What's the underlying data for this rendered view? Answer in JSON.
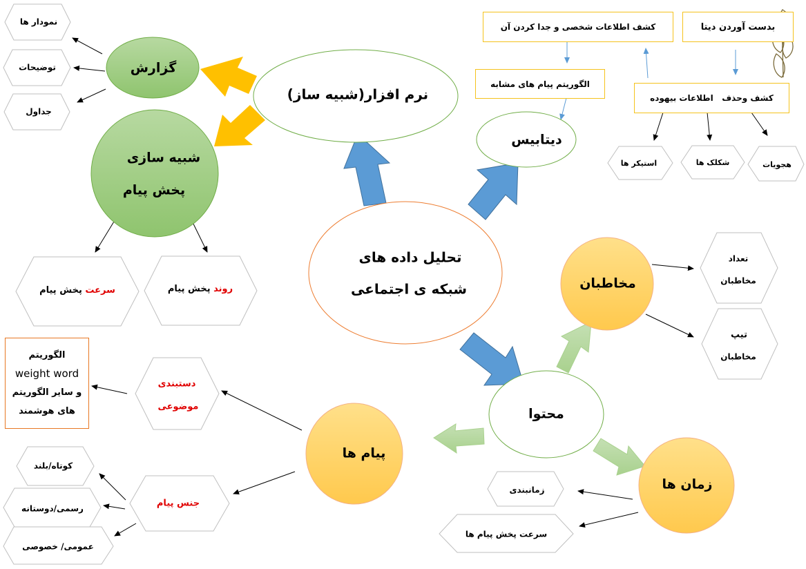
{
  "center": {
    "line1": "تحلیل داده های",
    "line2": "شبکه ی اجتماعی"
  },
  "software": {
    "label": "نرم افزار(شبیه ساز)"
  },
  "report": {
    "label": "گزارش",
    "items": [
      "نمودار ها",
      "توضیحات",
      "جداول"
    ]
  },
  "simulation": {
    "line1": "شبیه سازی",
    "line2": "پخش پیام"
  },
  "sim_items": {
    "trend": {
      "red": "روند",
      "rest": " پخش پیام"
    },
    "speed": {
      "red": "سرعت",
      "rest": " پخش پیام"
    }
  },
  "database": {
    "label": "دیتابیس"
  },
  "data_pipeline": {
    "get_data": "بدست آوردن دیتا",
    "detect_personal": "کشف اطلاعات شخصی و جدا کردن آن",
    "similar_msg_algo": "الگوریتم پیام های مشابه",
    "detect_remove": "کشف وحذف   اطلاعات بیهوده",
    "junk_types": [
      "هجویات",
      "شکلک ها",
      "استیکر ها"
    ]
  },
  "audience": {
    "label": "مخاطبان",
    "count": [
      "تعداد",
      "مخاطبان"
    ],
    "type": [
      "تیپ",
      "مخاطبان"
    ]
  },
  "content": {
    "label": "محتوا"
  },
  "messages": {
    "label": "پیام ها"
  },
  "times": {
    "label": "زمان ها",
    "items": [
      "زمانبندی",
      "سرعت پخش پیام ها"
    ]
  },
  "categorization": {
    "line1": "دستبندی",
    "line2": "موضوعی"
  },
  "algorithms_box": {
    "line1": "الگوریتم",
    "line2": "weight word",
    "line3": "و سایر الگوریتم",
    "line4": "های هوشمند"
  },
  "message_type": {
    "label": "جنس پیام",
    "items": [
      "کوتاه/بلند",
      "رسمی/دوستانه",
      "عمومی/ خصوصی"
    ]
  },
  "colors": {
    "green_node": "#a9d18e",
    "green_border": "#70ad47",
    "orange_node": "#ffd666",
    "orange_border": "#f4b183",
    "blue_arrow": "#5b9bd5",
    "gold_arrow": "#ffc000",
    "light_green_arrow": "#a9d18e",
    "hex_border": "#bfbfbf",
    "yellow_box_border": "#f5c21b"
  }
}
